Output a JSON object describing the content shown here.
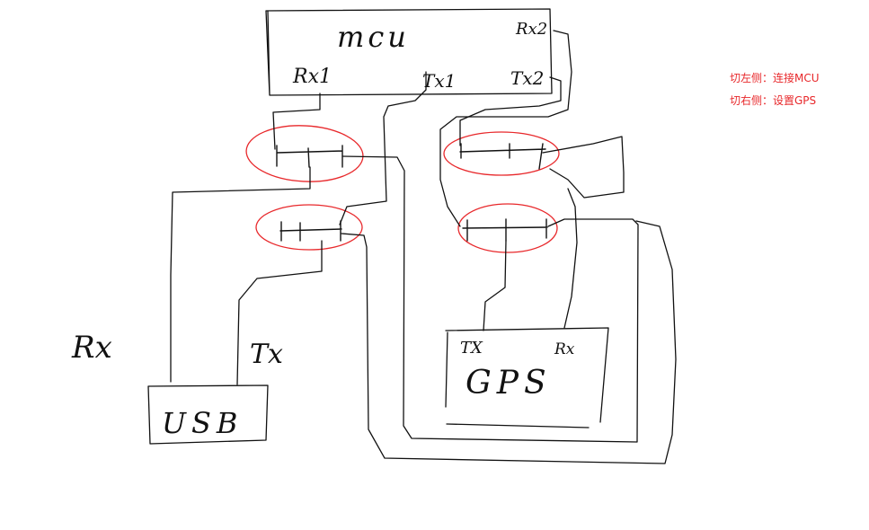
{
  "colors": {
    "ink": "#111111",
    "highlight": "#e8282b"
  },
  "modules": {
    "mcu": {
      "name": "mcu",
      "rx1": "Rx1",
      "tx1": "Tx1",
      "tx2": "Tx2",
      "rx2": "Rx2"
    },
    "usb": {
      "name": "USB"
    },
    "gps": {
      "name": "GPS",
      "tx": "TX",
      "rx": "Rx"
    }
  },
  "free_labels": {
    "rx": "Rx",
    "tx": "Tx"
  },
  "notes": {
    "switch_left": "切左侧：连接MCU",
    "switch_right": "切右侧：设置GPS"
  }
}
